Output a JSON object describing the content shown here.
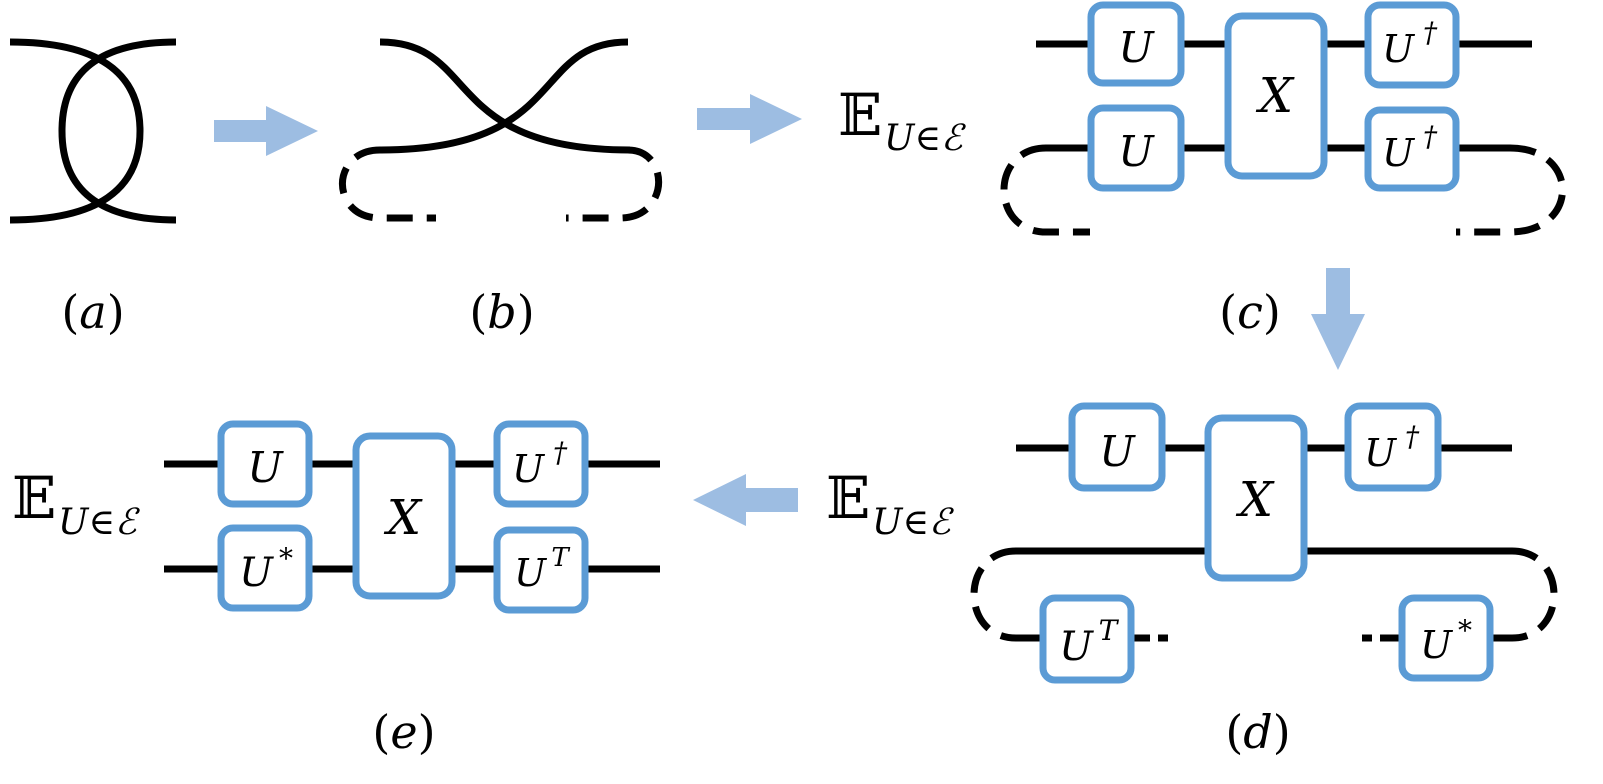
{
  "panels": {
    "a": {
      "label": "(a)",
      "letter": "a"
    },
    "b": {
      "label": "(b)",
      "letter": "b"
    },
    "c": {
      "label": "(c)",
      "letter": "c"
    },
    "d": {
      "label": "(d)",
      "letter": "d"
    },
    "e": {
      "label": "(e)",
      "letter": "e"
    }
  },
  "expectation": {
    "symbol": "𝔼",
    "subscript": "U∈ℰ"
  },
  "gates": {
    "U": "U",
    "X": "X",
    "dagger": "†",
    "transpose": "T",
    "conjugate": "*"
  },
  "colors": {
    "box_stroke": "#5b9bd5",
    "arrow_fill": "#9dbde2",
    "wire": "#000000"
  }
}
